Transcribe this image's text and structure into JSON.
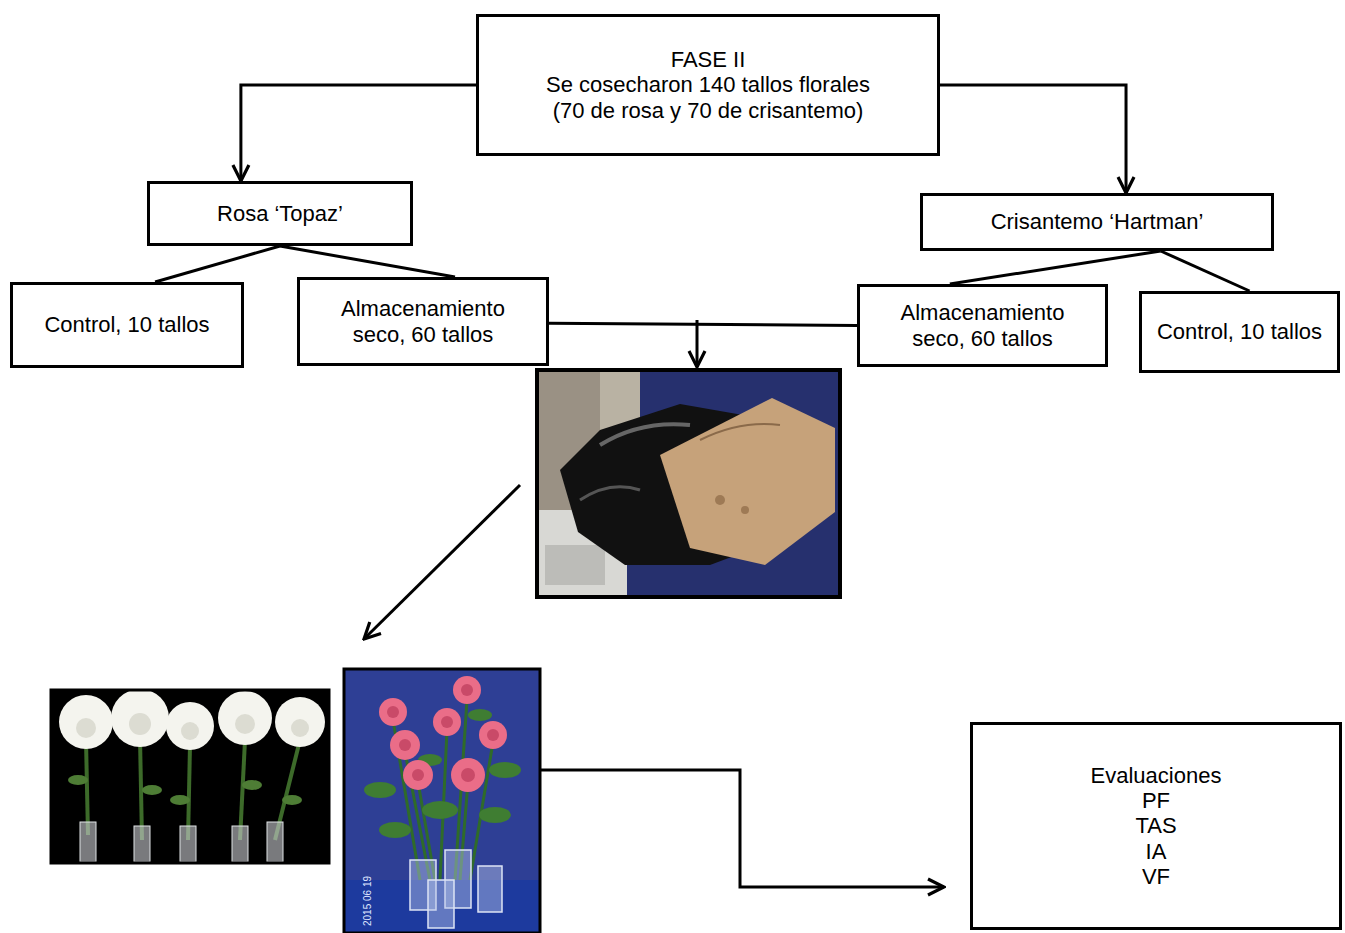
{
  "diagram": {
    "nodes": [
      {
        "text": [
          "FASE II",
          "Se cosecharon 140 tallos florales (70 de rosa y 70 de crisantemo)"
        ]
      },
      {
        "text": [
          "Rosa ‘Topaz’"
        ]
      },
      {
        "text": [
          "Crisantemo ‘Hartman’"
        ]
      },
      {
        "text": [
          "Control, 10 tallos"
        ]
      },
      {
        "text": [
          "Almacenamiento seco, 60 tallos"
        ]
      },
      {
        "text": [
          "Almacenamiento seco, 60 tallos"
        ]
      },
      {
        "text": [
          "Control, 10 tallos"
        ]
      },
      {
        "text": [
          "Evaluaciones",
          "PF",
          "TAS",
          "IA",
          "VF"
        ]
      }
    ],
    "edges": [
      {
        "from": 0,
        "to": 1,
        "arrow": "to"
      },
      {
        "from": 0,
        "to": 2,
        "arrow": "to"
      },
      {
        "from": 1,
        "to": 3,
        "arrow": "none"
      },
      {
        "from": 1,
        "to": 4,
        "arrow": "none"
      },
      {
        "from": 2,
        "to": 5,
        "arrow": "none"
      },
      {
        "from": 2,
        "to": 6,
        "arrow": "none"
      },
      {
        "from": 4,
        "to": 5,
        "arrow": "none"
      }
    ],
    "labels": [
      "2015 06 19"
    ]
  }
}
